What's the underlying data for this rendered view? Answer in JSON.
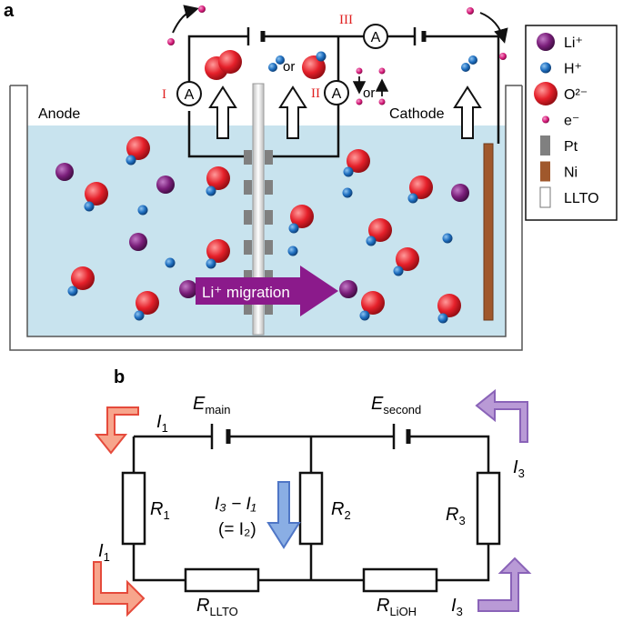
{
  "panel_a": {
    "label": "a",
    "anode": "Anode",
    "cathode": "Cathode",
    "roman_1": "I",
    "roman_2": "II",
    "roman_3": "III",
    "ammeter": "A",
    "or": "or",
    "migration": "Li⁺ migration",
    "legend": [
      {
        "symbol": "li",
        "text": "Li⁺",
        "color": "#7b1f7b"
      },
      {
        "symbol": "h",
        "text": "H⁺",
        "color": "#1f6fc0"
      },
      {
        "symbol": "o",
        "text": "O²⁻",
        "color": "#e5202a"
      },
      {
        "symbol": "e",
        "text": "e⁻",
        "color": "#d81b7a"
      },
      {
        "symbol": "pt",
        "text": "Pt",
        "color": "#808080"
      },
      {
        "symbol": "ni",
        "text": "Ni",
        "color": "#a0582c"
      },
      {
        "symbol": "llto",
        "text": "LLTO",
        "color": "#ffffff"
      }
    ]
  },
  "panel_b": {
    "label": "b",
    "I1_top": "I",
    "I1_top_sub": "1",
    "E_main": "E",
    "E_main_sub": "main",
    "E_second": "E",
    "E_second_sub": "second",
    "I3_top": "I",
    "I3_top_sub": "3",
    "R1": "R",
    "R1_sub": "1",
    "R2": "R",
    "R2_sub": "2",
    "R3": "R",
    "R3_sub": "3",
    "mid_line1": "I₃ − I₁",
    "mid_line2": "(= I₂)",
    "I1_bot": "I",
    "I1_bot_sub": "1",
    "I3_bot": "I",
    "I3_bot_sub": "3",
    "RLLTO": "R",
    "RLLTO_sub": "LLTO",
    "RLiOH": "R",
    "RLiOH_sub": "LiOH"
  }
}
